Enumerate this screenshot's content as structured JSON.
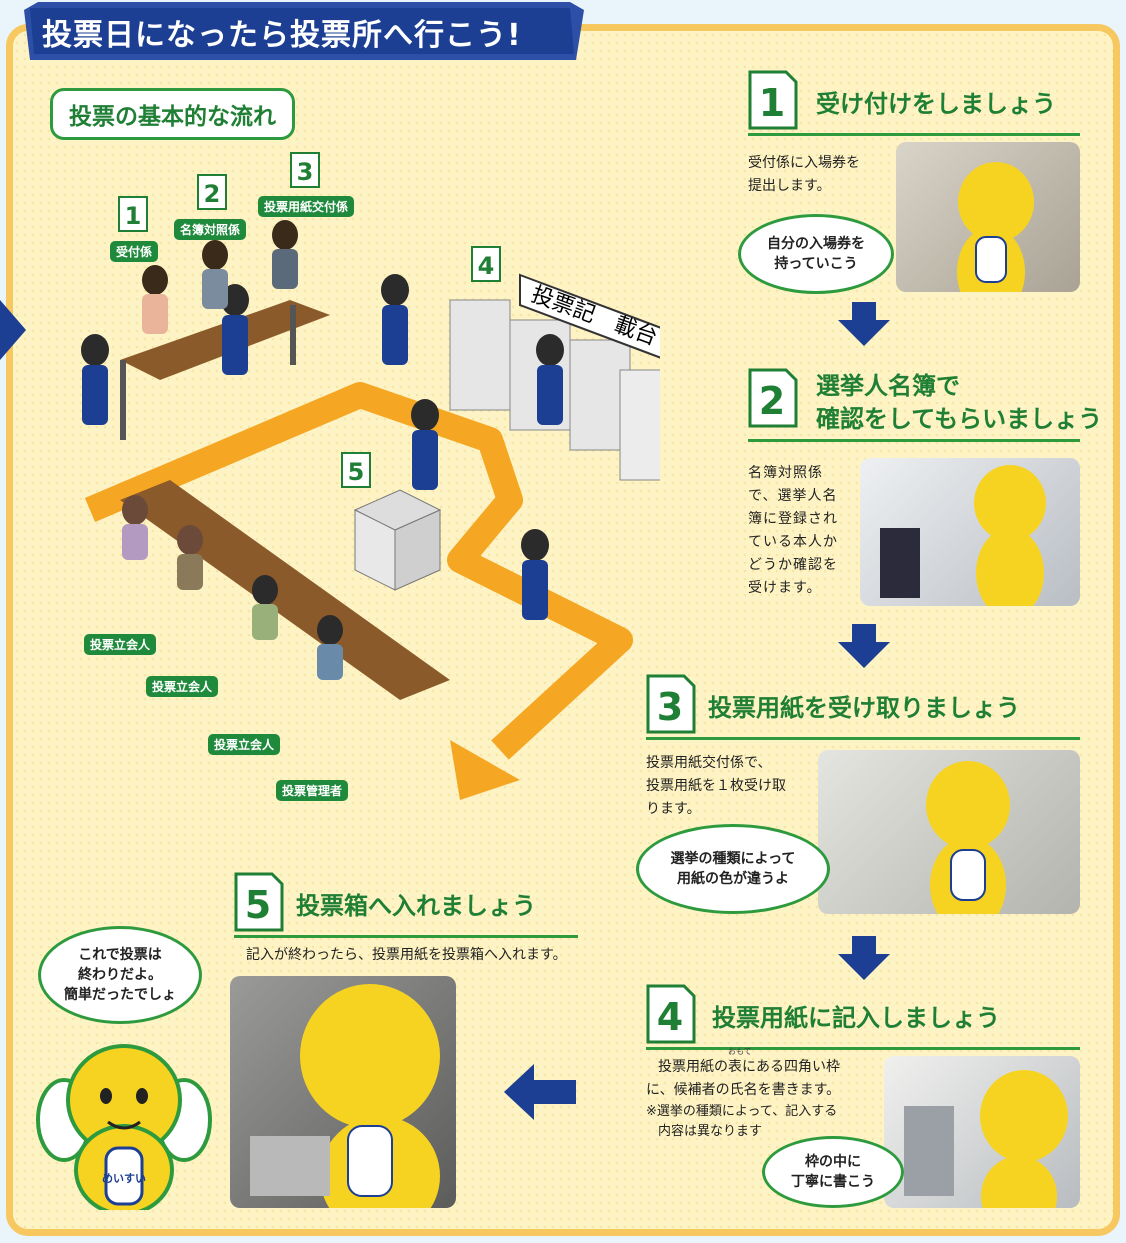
{
  "header": {
    "title": "投票日になったら投票所へ行こう!",
    "subtitle": "投票の基本的な流れ"
  },
  "illustration": {
    "booth_sign": "投票記　載台",
    "staff_tags": [
      "受付係",
      "名簿対照係",
      "投票用紙交付係"
    ],
    "observer_tags": [
      "投票立会人",
      "投票立会人",
      "投票立会人",
      "投票管理者"
    ],
    "numbers": [
      "1",
      "2",
      "3",
      "4",
      "5"
    ]
  },
  "steps": [
    {
      "num": "1",
      "title": "受け付けをしましょう",
      "body": [
        "受付係に入場券を",
        "提出します。"
      ],
      "bubble": [
        "自分の入場券を",
        "持っていこう"
      ]
    },
    {
      "num": "2",
      "title_lines": [
        "選挙人名簿で",
        "確認をしてもらいましょう"
      ],
      "body": [
        "名簿対照係",
        "で、選挙人名",
        "簿に登録され",
        "ている本人か",
        "どうか確認を",
        "受けます。"
      ]
    },
    {
      "num": "3",
      "title": "投票用紙を受け取りましょう",
      "body": [
        "投票用紙交付係で、",
        "投票用紙を１枚受け取",
        "ります。"
      ],
      "bubble": [
        "選挙の種類によって",
        "用紙の色が違うよ"
      ]
    },
    {
      "num": "4",
      "title": "投票用紙に記入しましょう",
      "ruby": "おもて",
      "body": [
        "投票用紙の表にある四角い枠",
        "に、候補者の氏名を書きます。"
      ],
      "note": [
        "※選挙の種類によって、記入する",
        "内容は異なります"
      ],
      "bubble": [
        "枠の中に",
        "丁寧に書こう"
      ]
    },
    {
      "num": "5",
      "title": "投票箱へ入れましょう",
      "body": [
        "記入が終わったら、投票用紙を投票箱へ入れます。"
      ],
      "bubble": [
        "これで投票は",
        "終わりだよ。",
        "簡単だったでしょ"
      ]
    }
  ],
  "mascot_badge": "めいすい",
  "colors": {
    "green": "#1f7f34",
    "navy": "#1c3f94",
    "orange": "#f5a623",
    "panel": "#fdf3c4",
    "border": "#f7c760"
  }
}
